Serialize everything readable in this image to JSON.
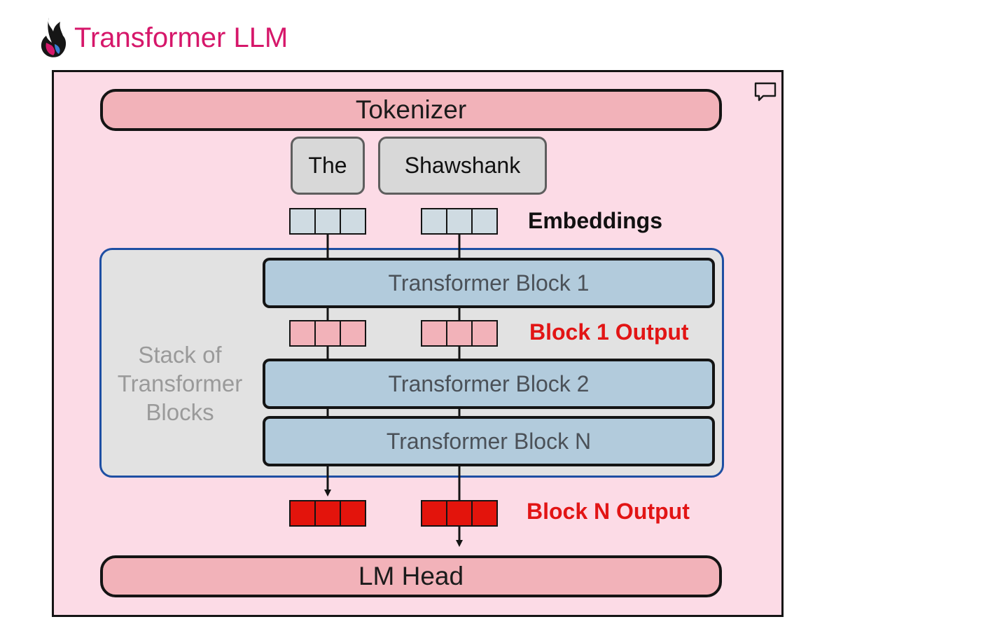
{
  "header": {
    "title": "Transformer LLM",
    "logo_icon": "flame-logo-icon",
    "title_color": "#d6176a"
  },
  "diagram": {
    "tokenizer": "Tokenizer",
    "tokens": [
      "The",
      "Shawshank"
    ],
    "embeddings_label": "Embeddings",
    "stack_label": "Stack of Transformer Blocks",
    "blocks": [
      "Transformer Block 1",
      "Transformer Block 2",
      "Transformer Block N"
    ],
    "block1_output_label": "Block 1 Output",
    "blockN_output_label": "Block N Output",
    "lm_head": "LM Head"
  },
  "colors": {
    "frame_bg": "#fcdbe6",
    "pill": "#f2b2b9",
    "block": "#b2cbdc",
    "stack_border": "#1e4fa3",
    "output_red": "#e21515"
  },
  "toolbar": {
    "comment_icon": "comment-icon"
  }
}
